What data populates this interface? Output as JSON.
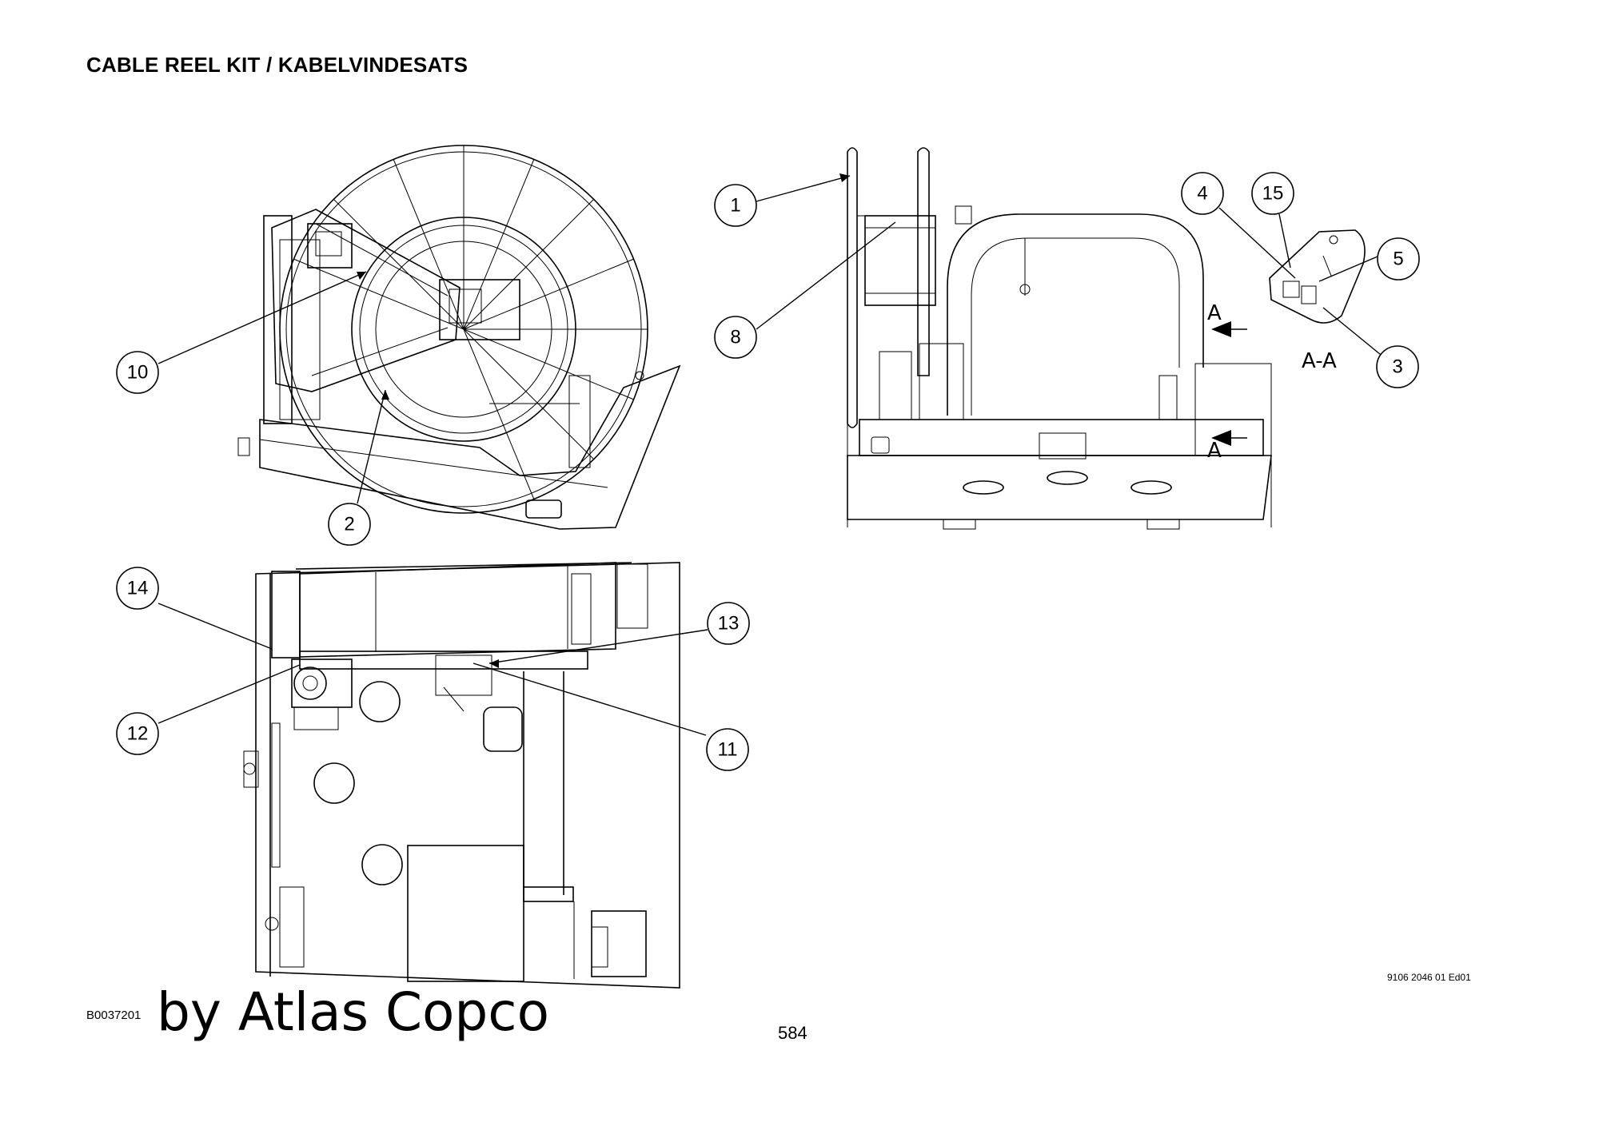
{
  "title": "CABLE REEL KIT / KABELVINDESATS",
  "callouts": {
    "c1": "1",
    "c2": "2",
    "c3": "3",
    "c4": "4",
    "c5": "5",
    "c8": "8",
    "c10": "10",
    "c11": "11",
    "c12": "12",
    "c13": "13",
    "c14": "14",
    "c15": "15"
  },
  "section": {
    "marker": "A",
    "label": "A-A"
  },
  "doc_reference": "9106 2046 01 Ed01",
  "figure_code": "B0037201",
  "watermark": "by Atlas Copco",
  "page_number": "584"
}
